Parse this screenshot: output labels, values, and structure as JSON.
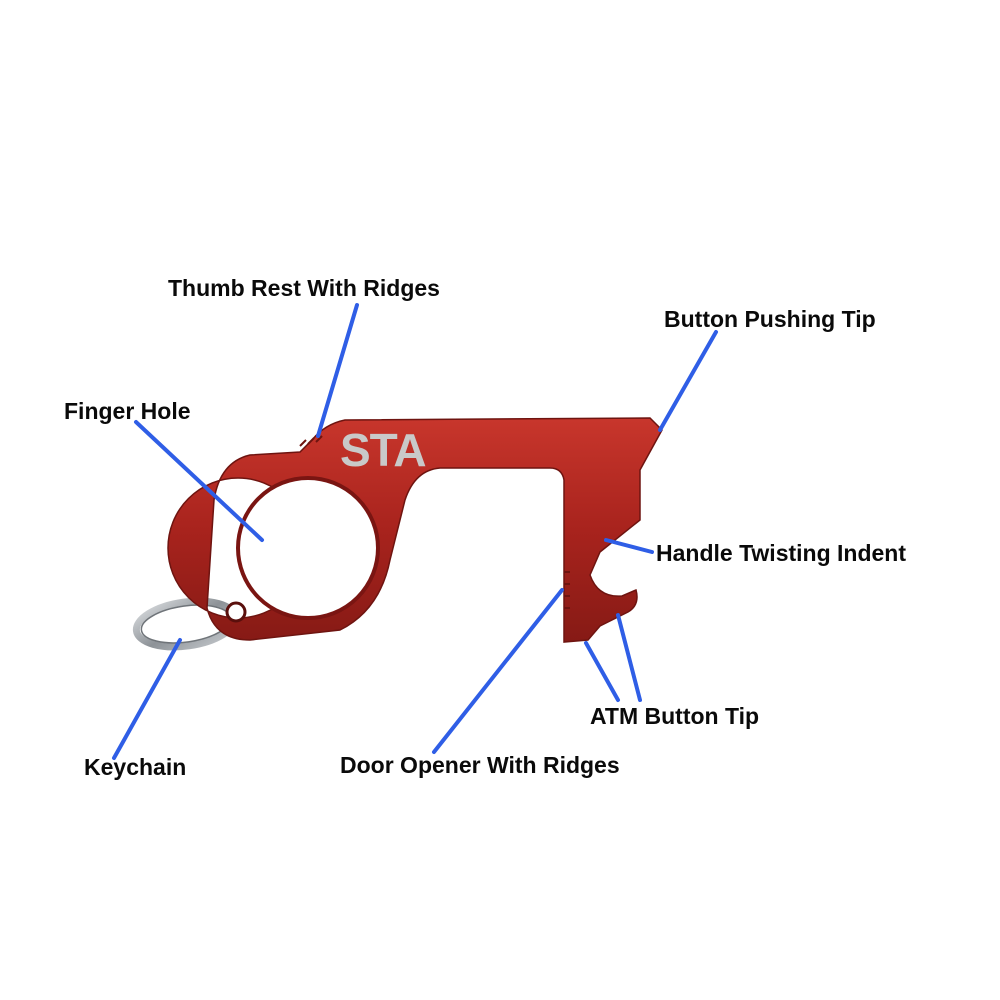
{
  "product": {
    "logo_text": "STA",
    "body_color": "#a8231d",
    "body_highlight": "#c8362c",
    "body_shadow": "#7a1512",
    "ring_color": "#9aa0a6"
  },
  "callouts": {
    "thumb_rest": "Thumb Rest With Ridges",
    "button_pushing_tip": "Button Pushing Tip",
    "finger_hole": "Finger Hole",
    "handle_twisting_indent": "Handle Twisting Indent",
    "atm_button_tip": "ATM Button Tip",
    "keychain": "Keychain",
    "door_opener": "Door Opener With Ridges"
  },
  "colors": {
    "leader_line": "#2f5ee6",
    "label_text": "#0a0a0a",
    "background": "#ffffff"
  }
}
